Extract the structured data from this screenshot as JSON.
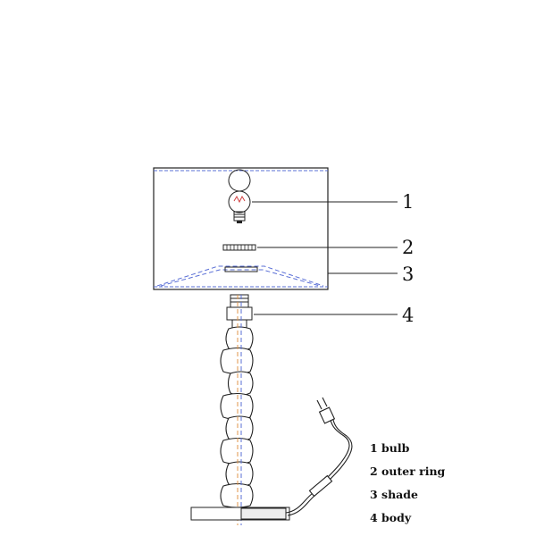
{
  "callouts": [
    "1",
    "2",
    "3",
    "4"
  ],
  "legend": [
    "1 bulb",
    "2 outer ring",
    "3 shade",
    "4 body"
  ],
  "colors": {
    "line": "#222222",
    "dashed_blue": "#5a6fd6",
    "dashed_orange": "#e0964a",
    "bulb_filament": "#d04040"
  }
}
